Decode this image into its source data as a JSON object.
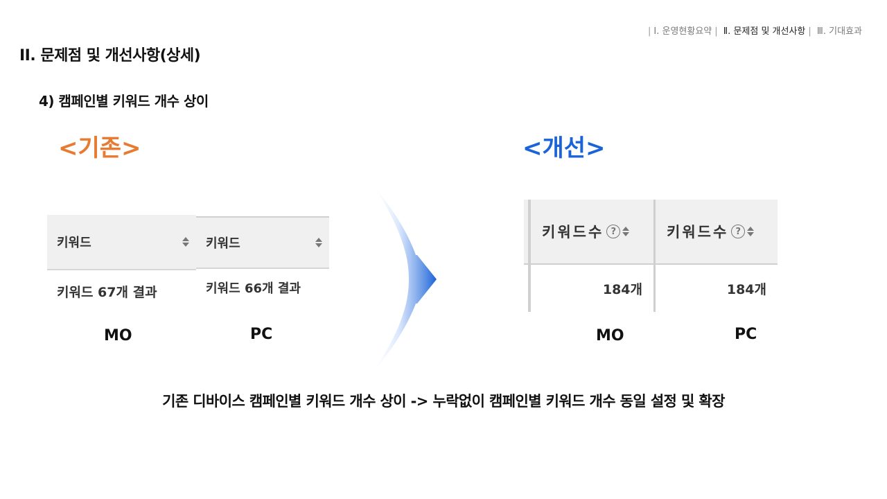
{
  "nav": {
    "items": [
      "Ⅰ. 운영현황요약",
      "Ⅱ. 문제점 및 개선사항",
      "Ⅲ. 기대효과"
    ],
    "separator": "|"
  },
  "page_title": "II. 문제점 및 개선사항(상세)",
  "section_title": "4) 캠페인별 키워드 개수 상이",
  "before": {
    "label": "<기존>",
    "mo_table": {
      "header": "키워드",
      "cell": "키워드 67개 결과"
    },
    "pc_table": {
      "header": "키워드",
      "cell": "키워드 66개 결과"
    },
    "devices": [
      "MO",
      "PC"
    ]
  },
  "after": {
    "label": "<개선>",
    "headers": [
      "키워드수",
      "키워드수"
    ],
    "help_icon": "?",
    "values": [
      "184개",
      "184개"
    ],
    "devices": [
      "MO",
      "PC"
    ]
  },
  "summary": "기존 디바이스 캠페인별 키워드 개수 상이 -> 누락없이 캠페인별 키워드 개수 동일 설정 및 확장",
  "colors": {
    "before": "#e87b32",
    "after": "#1a63d8",
    "arrow": "#1a63d8"
  }
}
